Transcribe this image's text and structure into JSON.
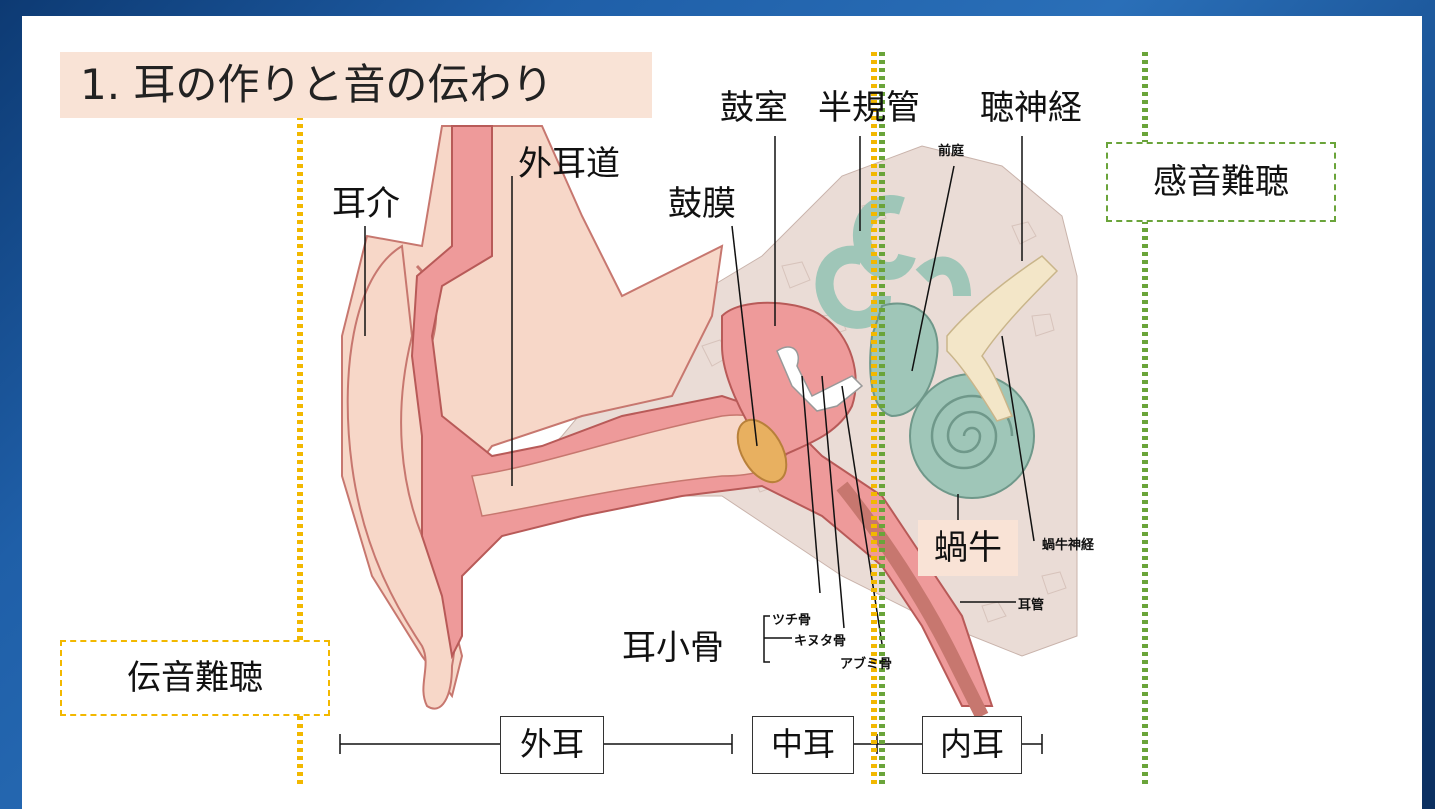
{
  "title": "1. 耳の作りと音の伝わり",
  "labels": {
    "pinna": "耳介",
    "ear_canal": "外耳道",
    "tympanic_cavity": "鼓室",
    "semicircular_canals": "半規管",
    "auditory_nerve": "聴神経",
    "eardrum": "鼓膜",
    "vestibule": "前庭",
    "cochlea": "蝸牛",
    "cochlear_nerve": "蝸牛神経",
    "eustachian_tube": "耳管",
    "ossicles": "耳小骨",
    "malleus": "ツチ骨",
    "incus": "キヌタ骨",
    "stapes": "アブミ骨"
  },
  "hearing_loss": {
    "conductive": "伝音難聴",
    "sensorineural": "感音難聴"
  },
  "regions": {
    "outer": "外耳",
    "middle": "中耳",
    "inner": "内耳"
  },
  "colors": {
    "conductive_line": "#f2b800",
    "sensorineural_line": "#6aa43a",
    "skin": "#f7d7c8",
    "canal": "#ee9a9a",
    "bone": "#eadcd6",
    "inner_ear": "#9fc6b8",
    "nerve": "#f3e6c8",
    "eardrum": "#e8b060"
  }
}
